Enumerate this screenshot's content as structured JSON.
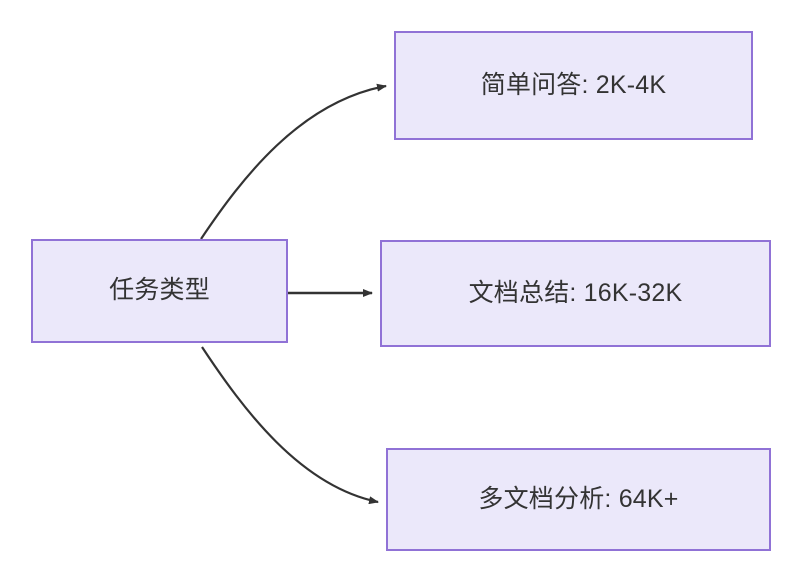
{
  "diagram": {
    "type": "flowchart",
    "direction": "left-to-right",
    "background_color": "#ffffff",
    "node_fill_color": "#ebe8fa",
    "node_border_color": "#9072d6",
    "node_text_color": "#333333",
    "edge_color": "#333333",
    "nodes": [
      {
        "id": "root",
        "label": "任务类型"
      },
      {
        "id": "simple_qa",
        "label": "简单问答: 2K-4K"
      },
      {
        "id": "doc_summary",
        "label": "文档总结: 16K-32K"
      },
      {
        "id": "multi_doc",
        "label": "多文档分析: 64K+"
      }
    ],
    "edges": [
      {
        "from": "root",
        "to": "simple_qa",
        "label": "",
        "style": "curved-arrow"
      },
      {
        "from": "root",
        "to": "doc_summary",
        "label": "",
        "style": "straight-arrow"
      },
      {
        "from": "root",
        "to": "multi_doc",
        "label": "",
        "style": "curved-arrow"
      }
    ]
  }
}
